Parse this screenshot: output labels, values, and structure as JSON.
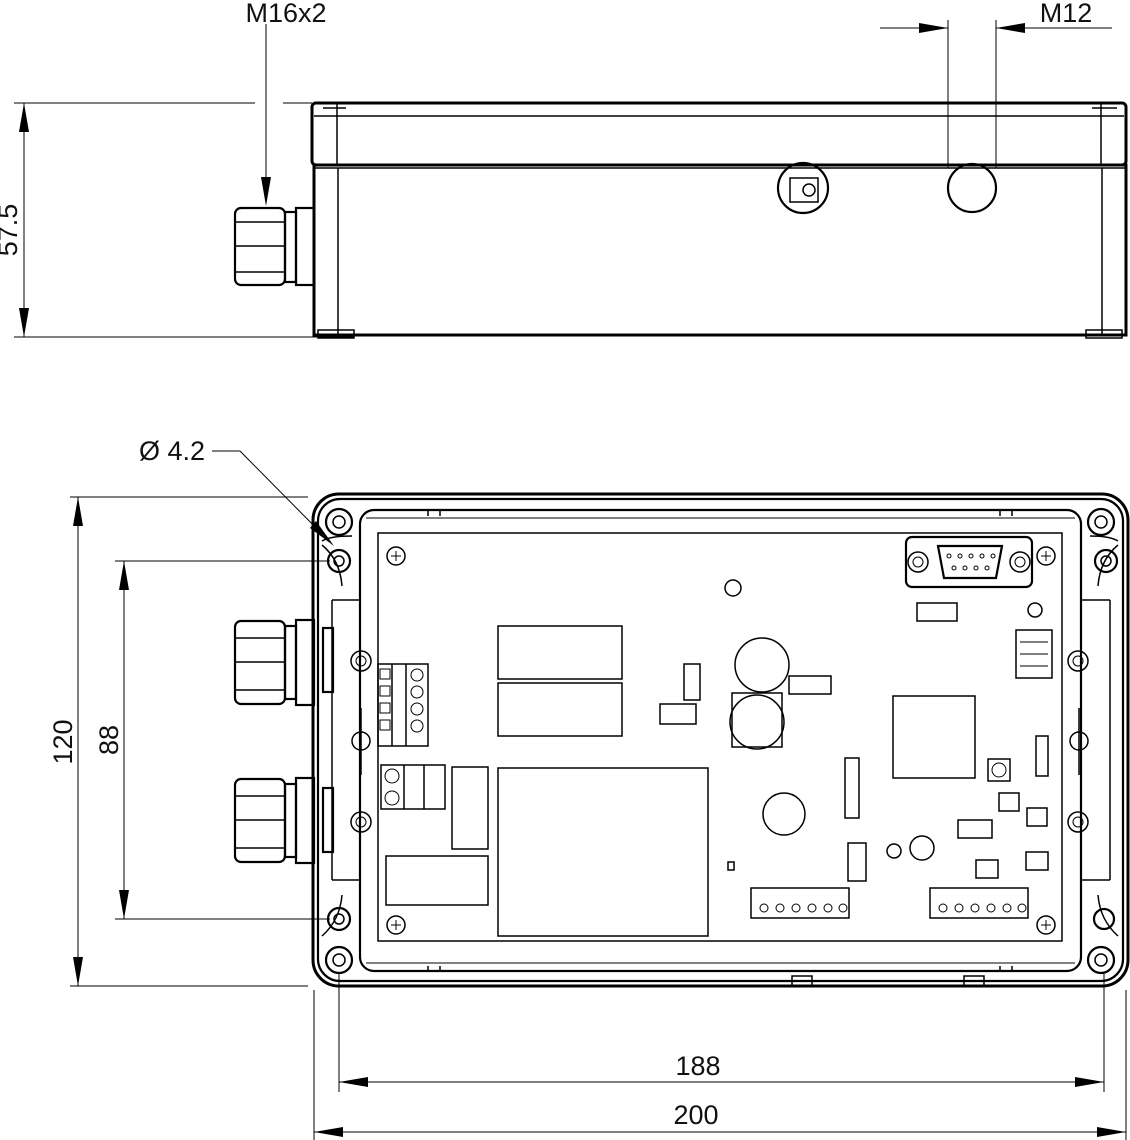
{
  "labels": {
    "cable_gland_thread": "M16x2",
    "side_thread": "M12",
    "height": "57.5",
    "mount_hole_diameter": "Ø 4.2",
    "outer_height": "120",
    "hole_spacing_vertical": "88",
    "hole_spacing_horizontal": "188",
    "outer_width": "200"
  },
  "colors": {
    "line": "#000000",
    "background": "#ffffff"
  }
}
